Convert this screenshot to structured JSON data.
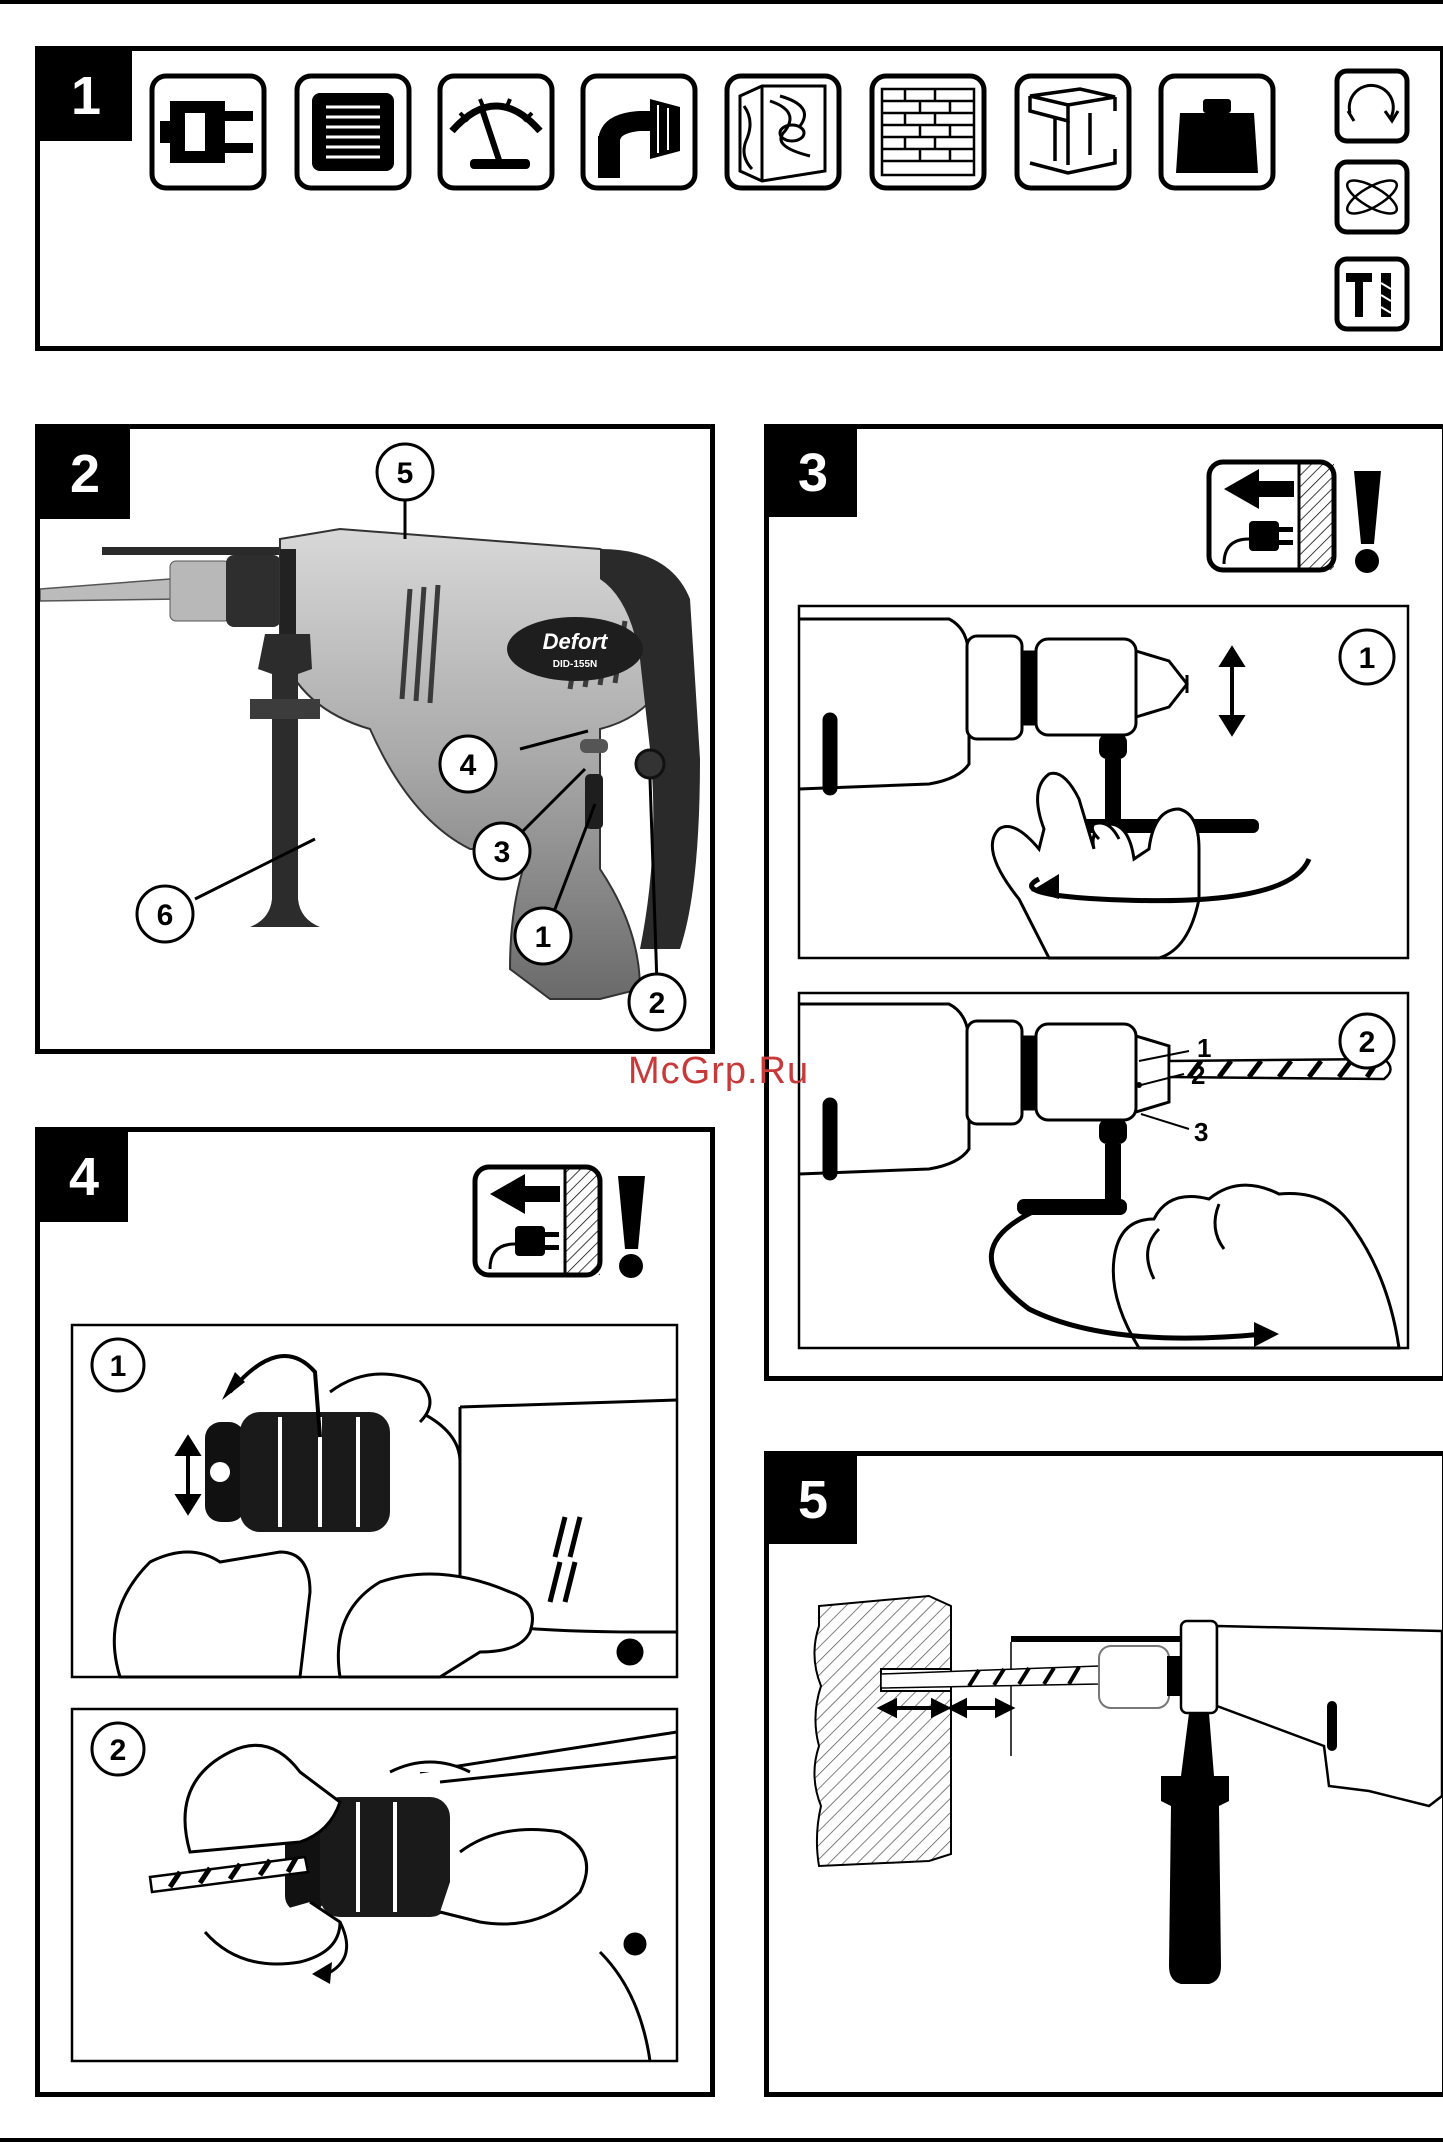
{
  "panels": {
    "p1": {
      "number": "1"
    },
    "p2": {
      "number": "2",
      "callouts": [
        "5",
        "4",
        "3",
        "1",
        "2",
        "6"
      ],
      "brand": "Defort",
      "model": "DID-155N"
    },
    "p3": {
      "number": "3",
      "sub1": "1",
      "sub2": "2",
      "parts": [
        "1",
        "2",
        "3"
      ]
    },
    "p4": {
      "number": "4",
      "sub1": "1",
      "sub2": "2"
    },
    "p5": {
      "number": "5"
    }
  },
  "icons": {
    "spec_row": [
      "plug-icon",
      "motor-icon",
      "speed-gauge-icon",
      "chuck-icon",
      "wood-icon",
      "brick-wall-icon",
      "steel-beam-icon",
      "weight-icon"
    ],
    "side_column": [
      "rotation-icon",
      "vibration-icon",
      "hammer-drill-mode-icon"
    ],
    "warning": "unplug-warning-icon"
  },
  "watermark": "McGrp.Ru"
}
